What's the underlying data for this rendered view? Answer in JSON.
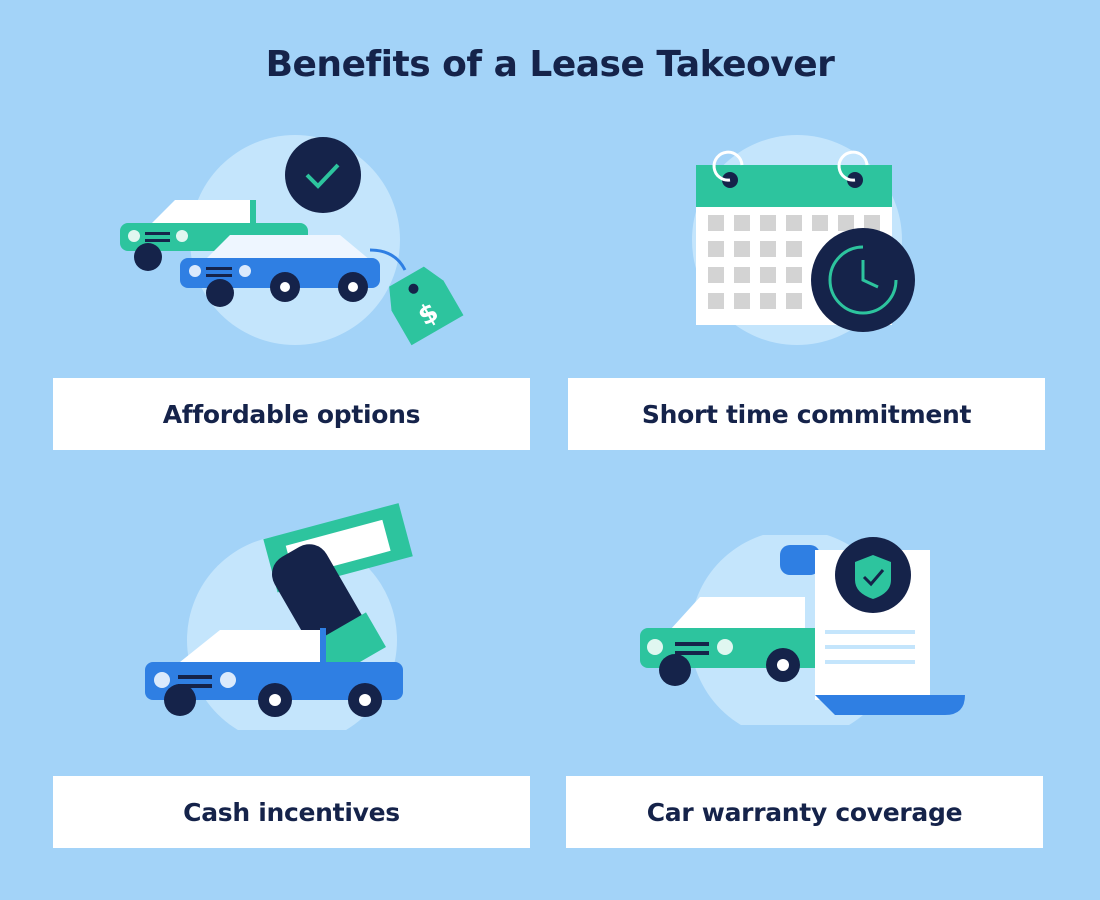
{
  "title": "Benefits of a Lease Takeover",
  "benefits": [
    {
      "label": "Affordable options",
      "icon": "cars-price-tag-icon"
    },
    {
      "label": "Short time commitment",
      "icon": "calendar-clock-icon"
    },
    {
      "label": "Cash incentives",
      "icon": "car-cash-hand-icon"
    },
    {
      "label": "Car warranty coverage",
      "icon": "car-warranty-document-icon"
    }
  ],
  "colors": {
    "background": "#a3d3f8",
    "circle": "#c4e5fc",
    "navy": "#15234a",
    "teal": "#2dc49e",
    "blue": "#2f7fe3"
  }
}
